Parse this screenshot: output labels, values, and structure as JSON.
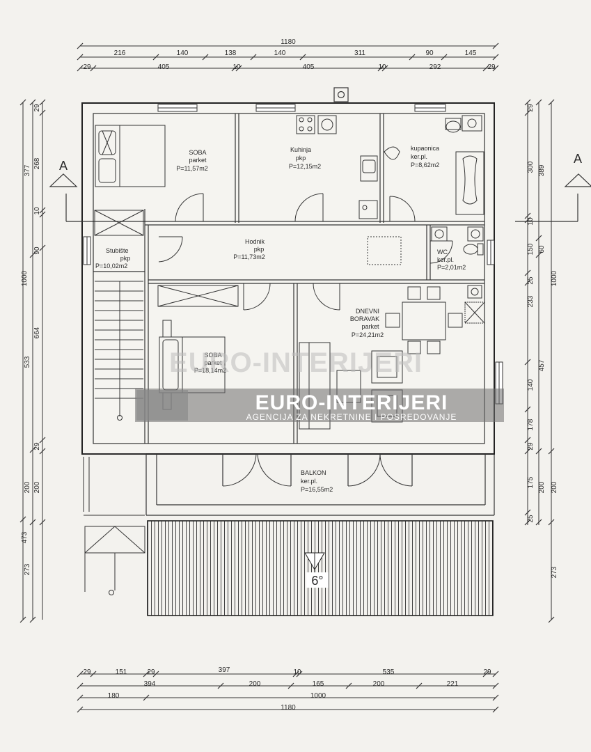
{
  "rooms": {
    "soba1": {
      "name": "SOBA",
      "floor": "parket",
      "area": "P=11,57m2"
    },
    "kuhinja": {
      "name": "Kuhinja",
      "floor": "pkp",
      "area": "P=12,15m2"
    },
    "kupaonica": {
      "name": "kupaonica",
      "floor": "ker.pl.",
      "area": "P=8,62m2"
    },
    "stubiste": {
      "name": "Stubište",
      "floor": "pkp",
      "area": "P=10,02m2"
    },
    "hodnik": {
      "name": "Hodnik",
      "floor": "pkp",
      "area": "P=11,73m2"
    },
    "wc": {
      "name": "WC",
      "floor": "ker.pl.",
      "area": "P=2,01m2"
    },
    "soba2": {
      "name": "SOBA",
      "floor": "parket",
      "area": "P=18,14m2"
    },
    "dnevni": {
      "name": "DNEVNI",
      "name2": "BORAVAK",
      "floor": "parket",
      "area": "P=24,21m2"
    },
    "balkon": {
      "name": "BALKON",
      "floor": "ker.pl.",
      "area": "P=16,55m2"
    }
  },
  "roof_slope": "6°",
  "section_mark": "A",
  "watermark": {
    "main": "EURO-INTERIJERI",
    "sub": "AGENCIJA ZA NEKRETNINE I POSREDOVANJE"
  },
  "dimensions": {
    "top_total": "1180",
    "top_row2": [
      "216",
      "140",
      "138",
      "140",
      "311",
      "90",
      "145"
    ],
    "top_row3": [
      "29",
      "405",
      "10",
      "405",
      "10",
      "292",
      "29"
    ],
    "left_outer": [
      "1000",
      "473"
    ],
    "left_mid": [
      "377",
      "533",
      "200",
      "273"
    ],
    "left_inner": [
      "268",
      "10",
      "90",
      "664",
      "29",
      "200"
    ],
    "left_top": "29",
    "right_inner": [
      "29",
      "300",
      "10",
      "150",
      "25",
      "233",
      "140",
      "178",
      "29",
      "175",
      "25"
    ],
    "right_mid": [
      "389",
      "60",
      "457",
      "200"
    ],
    "right_outer": [
      "1000",
      "200",
      "273"
    ],
    "bottom_row1": [
      "29",
      "151",
      "29",
      "397",
      "10",
      "535",
      "29"
    ],
    "bottom_row2": [
      "394",
      "200",
      "165",
      "200",
      "221"
    ],
    "bottom_row3": [
      "180",
      "1000"
    ],
    "bottom_total": "1180"
  }
}
